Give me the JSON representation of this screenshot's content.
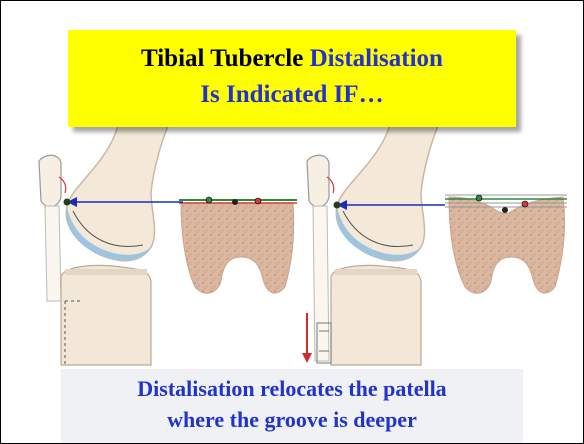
{
  "title": {
    "part1": "Tibial Tubercle ",
    "part2": "Distalisation",
    "line2": "Is Indicated  IF…"
  },
  "caption": {
    "line1": "Distalisation relocates the patella",
    "line2": "where the groove is deeper"
  },
  "colors": {
    "title_background": "#ffff00",
    "title_black": "#000000",
    "accent_blue": "#2233cc",
    "arrow_blue": "#1a2bbf",
    "bone_fill": "#f3e7d6",
    "cartilage_blue": "#9fc4e0",
    "cross_section_fill": "#d9b49c",
    "marker_green": "#2e8b3a",
    "marker_red": "#d8373a",
    "arrow_red": "#d02a2a"
  },
  "illustrations": [
    {
      "panel": "left",
      "description_icon": "knee-lateral-normal",
      "markers": [
        "green",
        "black",
        "red"
      ]
    },
    {
      "panel": "right",
      "description_icon": "knee-lateral-distalised",
      "markers": [
        "green",
        "black",
        "red"
      ]
    }
  ]
}
